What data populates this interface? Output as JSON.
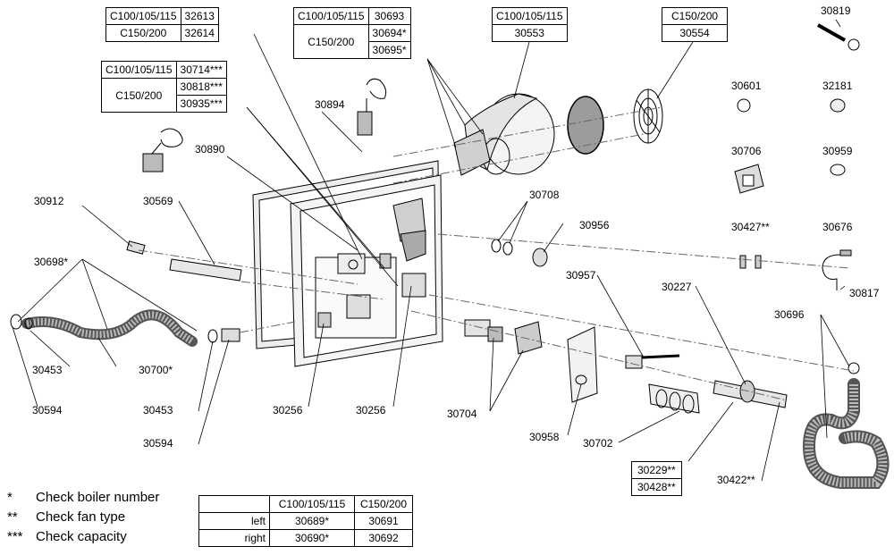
{
  "tables": {
    "t1": {
      "rows": [
        [
          "C100/105/115",
          "32613"
        ],
        [
          "C150/200",
          "32614"
        ]
      ]
    },
    "t2": {
      "rows": [
        [
          "C100/105/115",
          "30693"
        ],
        [
          "C150/200",
          "30694*",
          "30695*"
        ]
      ]
    },
    "t3": {
      "rows": [
        [
          "C100/105/115"
        ],
        [
          "30553"
        ]
      ]
    },
    "t4": {
      "rows": [
        [
          "C150/200"
        ],
        [
          "30554"
        ]
      ]
    },
    "t5": {
      "rows": [
        [
          "C100/105/115",
          "30714***"
        ],
        [
          "C150/200",
          "30818***",
          "30935***"
        ]
      ]
    },
    "t6": {
      "rows": [
        [
          "30229**"
        ],
        [
          "30428**"
        ]
      ]
    },
    "t7": {
      "header": [
        "",
        "C100/105/115",
        "C150/200"
      ],
      "rows": [
        [
          "left",
          "30689*",
          "30691"
        ],
        [
          "right",
          "30690*",
          "30692"
        ]
      ]
    }
  },
  "part_labels": [
    "30819",
    "30601",
    "32181",
    "30706",
    "30959",
    "30427**",
    "30676",
    "30817",
    "30894",
    "30890",
    "30912",
    "30569",
    "30698*",
    "30453",
    "30700*",
    "30594",
    "30453",
    "30594",
    "30256",
    "30256",
    "30708",
    "30956",
    "30957",
    "30227",
    "30696",
    "30704",
    "30958",
    "30702",
    "30422**"
  ],
  "legend": [
    {
      "symbol": "*",
      "text": "Check boiler number"
    },
    {
      "symbol": "**",
      "text": "Check fan type"
    },
    {
      "symbol": "***",
      "text": "Check capacity"
    }
  ]
}
